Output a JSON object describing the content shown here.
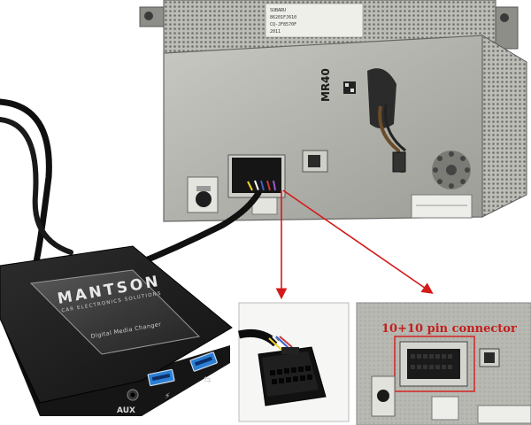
{
  "labels": {
    "unit_model": "MR40",
    "brand": "MANTSON",
    "brand_sub": "CAR ELECTRONICS SOLUTIONS",
    "device_face": "Digital Media Changer",
    "aux_port": "AUX",
    "connector_note": "10+10 pin connector"
  },
  "sticker_lines": [
    "SUBARU",
    "86201FJ610",
    "CQ-JF8570F",
    "2011"
  ],
  "colors": {
    "arrow": "#d41a1a",
    "connector_text": "#c0211e",
    "usb_blue": "#2a7fd6",
    "unit_metal": "#b9b9b3",
    "device_body": "#1c1c1c"
  }
}
